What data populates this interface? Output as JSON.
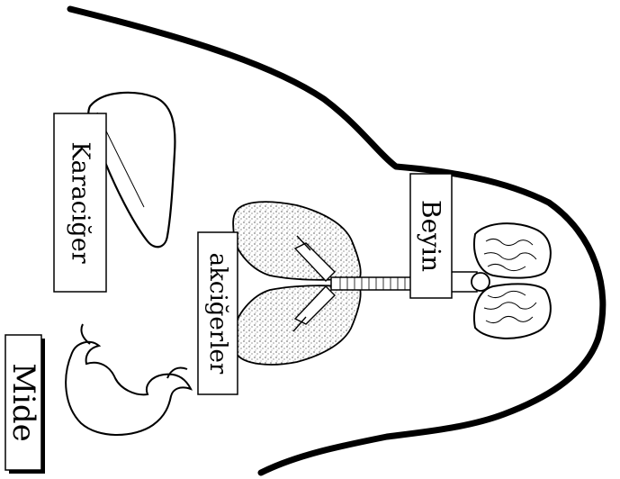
{
  "labels": {
    "liver": "Karaciğer",
    "lungs": "akciğerler",
    "brain": "Beyin",
    "stomach": "Mide"
  },
  "colors": {
    "ink": "#000000",
    "paper": "#ffffff"
  },
  "icons": [
    "body-outline",
    "liver-icon",
    "lungs-icon",
    "trachea-icon",
    "brain-icon",
    "stomach-icon"
  ]
}
